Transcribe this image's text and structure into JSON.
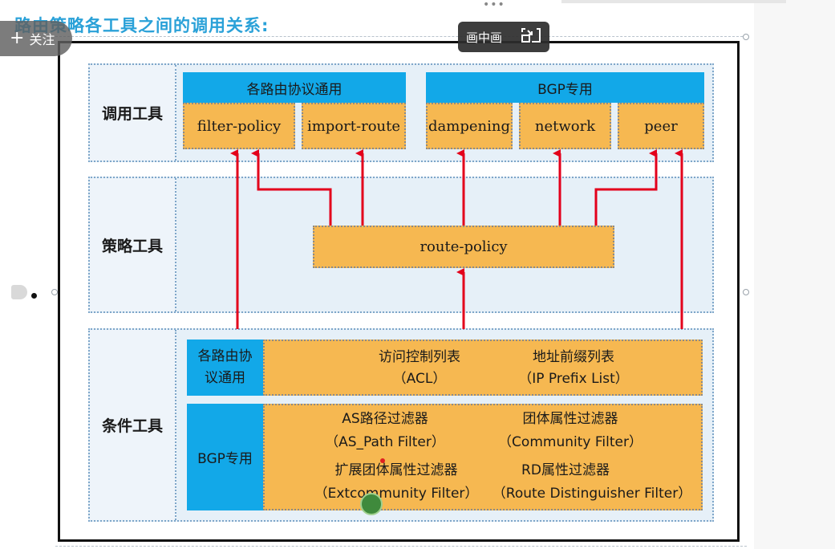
{
  "title": "路由策略各工具之间的调用关系:",
  "overlay": {
    "follow_label": "关注",
    "follow_plus": "+",
    "pip_label": "画中画",
    "dots": "•••"
  },
  "diagram": {
    "rows": {
      "call_tools": "调用工具",
      "policy_tools": "策略工具",
      "condition_tools": "条件工具"
    },
    "call_groups": {
      "common": "各路由协议通用",
      "bgp": "BGP专用"
    },
    "call_boxes": [
      "filter-policy",
      "import-route",
      "dampening",
      "network",
      "peer"
    ],
    "route_policy": "route-policy",
    "condition_common": {
      "label_line1": "各路由协",
      "label_line2": "议通用",
      "acl_line1": "访问控制列表",
      "acl_line2": "（ACL）",
      "prefix_line1": "地址前缀列表",
      "prefix_line2": "（IP Prefix List）"
    },
    "condition_bgp": {
      "label": "BGP专用",
      "as_path_line1": "AS路径过滤器",
      "as_path_line2": "（AS_Path Filter）",
      "community_line1": "团体属性过滤器",
      "community_line2": "（Community Filter）",
      "ext_line1": "扩展团体属性过滤器",
      "ext_line2": "（Extcommunity Filter）",
      "rd_line1": "RD属性过滤器",
      "rd_line2": "（Route Distinguisher Filter）"
    }
  },
  "colors": {
    "arrow": "#e3001b",
    "orange": "#f6b851",
    "blue": "#12a8e8",
    "title": "#2aa1d8"
  },
  "icons": [
    "plus-icon",
    "pip-icon",
    "bookmark-icon",
    "move-cursor-icon"
  ]
}
